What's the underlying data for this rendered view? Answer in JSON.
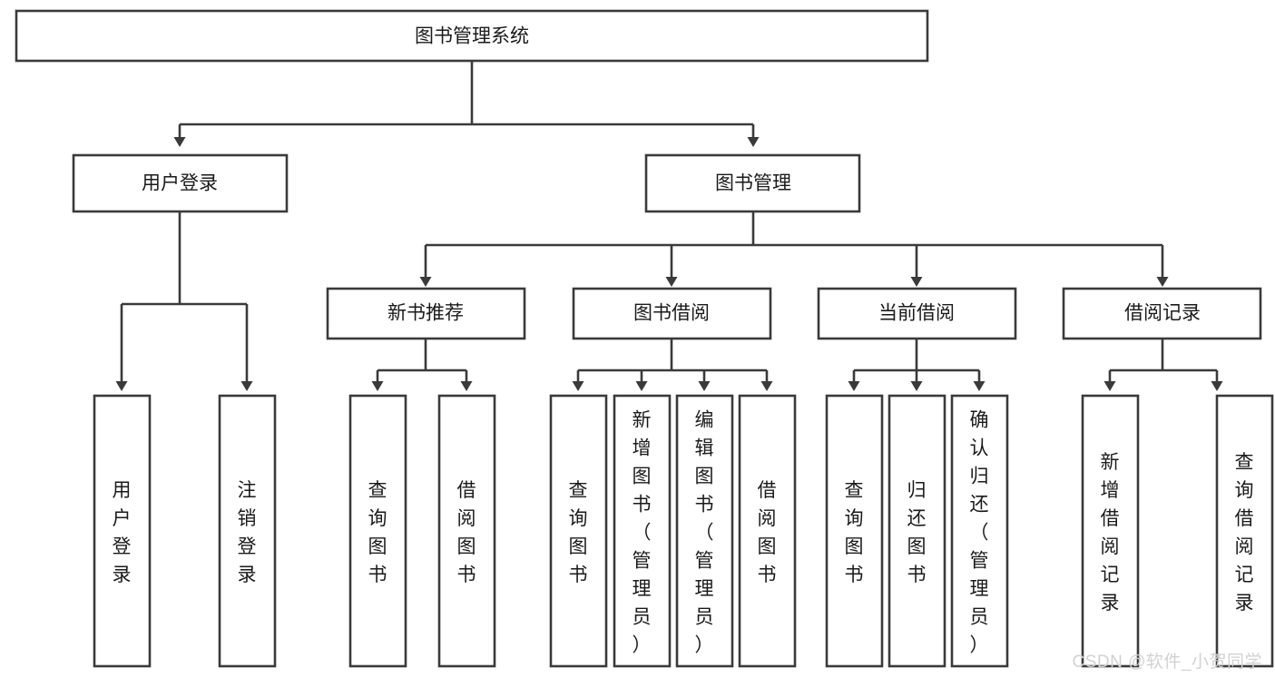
{
  "diagram": {
    "title": "图书管理系统",
    "type": "tree-hierarchy-diagram",
    "colors": {
      "stroke": "#3a3a3a",
      "box_fill": "#ffffff",
      "text": "#1a1a1a",
      "watermark": "#d2d2d2",
      "background": "#ffffff"
    },
    "watermark": "CSDN @软件_小贺同学",
    "root": {
      "label": "图书管理系统"
    },
    "level2": [
      {
        "label": "用户登录"
      },
      {
        "label": "图书管理"
      }
    ],
    "level3": [
      {
        "label": "新书推荐"
      },
      {
        "label": "图书借阅"
      },
      {
        "label": "当前借阅"
      },
      {
        "label": "借阅记录"
      }
    ],
    "leaves": {
      "user_login": [
        {
          "label": "用户登录"
        },
        {
          "label": "注销登录"
        }
      ],
      "new_book_recommend": [
        {
          "label": "查询图书"
        },
        {
          "label": "借阅图书"
        }
      ],
      "book_borrow": [
        {
          "label": "查询图书"
        },
        {
          "label": "新增图书（管理员）"
        },
        {
          "label": "编辑图书（管理员）"
        },
        {
          "label": "借阅图书"
        }
      ],
      "current_borrow": [
        {
          "label": "查询图书"
        },
        {
          "label": "归还图书"
        },
        {
          "label": "确认归还（管理员）"
        }
      ],
      "borrow_record": [
        {
          "label": "新增借阅记录"
        },
        {
          "label": "查询借阅记录"
        }
      ]
    }
  }
}
